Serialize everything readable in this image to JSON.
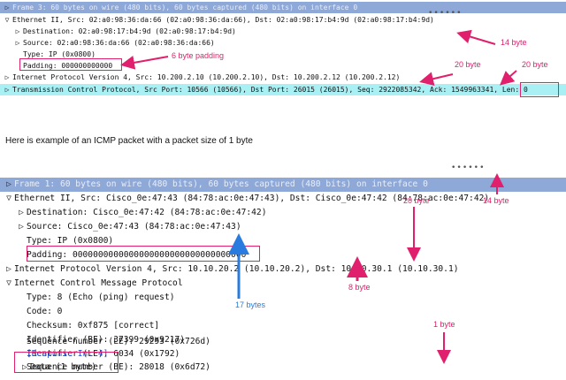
{
  "top_pane": {
    "rows": [
      {
        "arrow": "▷",
        "text": "Frame 3: 60 bytes on wire (480 bits), 60 bytes captured (480 bits) on interface 0"
      },
      {
        "arrow": "▽",
        "text": "Ethernet II, Src: 02:a0:98:36:da:66 (02:a0:98:36:da:66), Dst: 02:a0:98:17:b4:9d (02:a0:98:17:b4:9d)"
      },
      {
        "arrow": "▷",
        "text": "Destination: 02:a0:98:17:b4:9d (02:a0:98:17:b4:9d)"
      },
      {
        "arrow": "▷",
        "text": "Source: 02:a0:98:36:da:66 (02:a0:98:36:da:66)"
      },
      {
        "arrow": "",
        "text": "Type: IP (0x0800)"
      },
      {
        "arrow": "",
        "text": "Padding: 000000000000"
      },
      {
        "arrow": "▷",
        "text": "Internet Protocol Version 4, Src: 10.200.2.10 (10.200.2.10), Dst: 10.200.2.12 (10.200.2.12)"
      },
      {
        "arrow": "▷",
        "text": "Transmission Control Protocol, Src Port: 10566 (10566), Dst Port: 26015 (26015), Seq: 2922085342, Ack: 1549963341, Len: 0"
      }
    ],
    "annotations": {
      "padding": "6 byte padding",
      "eth": "14 byte",
      "ip": "20 byte",
      "tcp": "20 byte"
    }
  },
  "caption": "Here is  example of an ICMP packet with a packet size of 1 byte",
  "bottom_pane": {
    "rows": [
      {
        "arrow": "▷",
        "text": "Frame 1: 60 bytes on wire (480 bits), 60 bytes captured (480 bits) on interface 0"
      },
      {
        "arrow": "▽",
        "text": "Ethernet II, Src: Cisco_0e:47:43 (84:78:ac:0e:47:43), Dst: Cisco_0e:47:42 (84:78:ac:0e:47:42)"
      },
      {
        "arrow": "▷",
        "text": "Destination: Cisco_0e:47:42 (84:78:ac:0e:47:42)"
      },
      {
        "arrow": "▷",
        "text": "Source: Cisco_0e:47:43 (84:78:ac:0e:47:43)"
      },
      {
        "arrow": "",
        "text": "Type: IP (0x0800)"
      },
      {
        "arrow": "",
        "text": "Padding: 0000000000000000000000000000000000"
      },
      {
        "arrow": "▷",
        "text": "Internet Protocol Version 4, Src: 10.10.20.2 (10.10.20.2), Dst: 10.10.30.1 (10.10.30.1)"
      },
      {
        "arrow": "▽",
        "text": "Internet Control Message Protocol"
      },
      {
        "arrow": "",
        "text": "Type: 8 (Echo (ping) request)"
      },
      {
        "arrow": "",
        "text": "Code: 0"
      },
      {
        "arrow": "",
        "text": "Checksum: 0xf875 [correct]"
      },
      {
        "arrow": "",
        "text": "Identifier (BE): 37399 (0x9217)"
      },
      {
        "arrow": "",
        "text": "Identifier (LE): 6034 (0x1792)"
      },
      {
        "arrow": "",
        "text": "Sequence number (BE): 28018 (0x6d72)"
      },
      {
        "arrow": "",
        "text": "Sequence number (LE): 29293 (0x726d)"
      },
      {
        "arrow": "",
        "text": "[Response In: 4]"
      },
      {
        "arrow": "▷",
        "text": "Data (1 byte)"
      }
    ],
    "annotations": {
      "ip": "20 byte",
      "eth": "14 byte",
      "padding": "17 bytes",
      "icmp": "8 byte",
      "data": "1 byte"
    }
  },
  "colors": {
    "selected_row": "#8ea8d8",
    "tcp_row": "#a8f0f4",
    "annotation": "#e0206c",
    "annotation_blue": "#2a7be0"
  }
}
